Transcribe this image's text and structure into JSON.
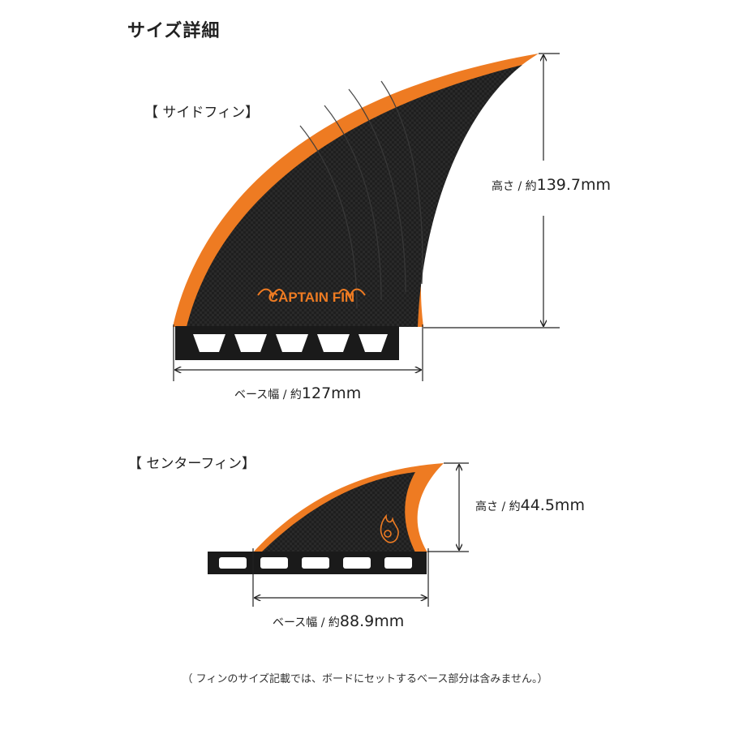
{
  "page": {
    "title": "サイズ詳細",
    "note": "（ フィンのサイズ記載では、ボードにセットするベース部分は含みません。）"
  },
  "side_fin": {
    "label": "【 サイドフィン】",
    "logo_text": "CAPTAIN FIN",
    "height": {
      "key": "高さ / 約",
      "value": "139.7mm"
    },
    "base": {
      "key": "ベース幅 / 約",
      "value": "127mm"
    }
  },
  "center_fin": {
    "label": "【 センターフィン】",
    "height": {
      "key": "高さ / 約",
      "value": "44.5mm"
    },
    "base": {
      "key": "ベース幅 / 約",
      "value": "88.9mm"
    }
  },
  "colors": {
    "fin_orange": "#ee7b22",
    "fin_carbon": "#1e1e1e",
    "dimension_line": "#222222"
  }
}
